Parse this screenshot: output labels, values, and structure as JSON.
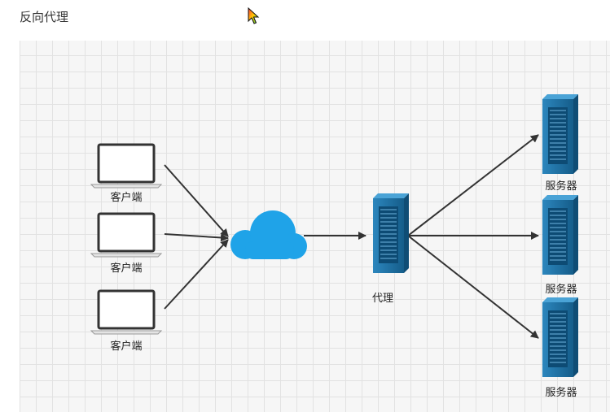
{
  "page": {
    "title": "反向代理"
  },
  "diagram": {
    "clients": [
      {
        "label": "客户端"
      },
      {
        "label": "客户端"
      },
      {
        "label": "客户端"
      }
    ],
    "cloud": {
      "icon": "cloud-icon",
      "color": "#1fa3e8"
    },
    "proxy": {
      "label": "代理"
    },
    "servers": [
      {
        "label": "服务器"
      },
      {
        "label": "服务器"
      },
      {
        "label": "服务器"
      }
    ],
    "colors": {
      "server": "#1a6fa0",
      "edge": "#333333"
    }
  }
}
